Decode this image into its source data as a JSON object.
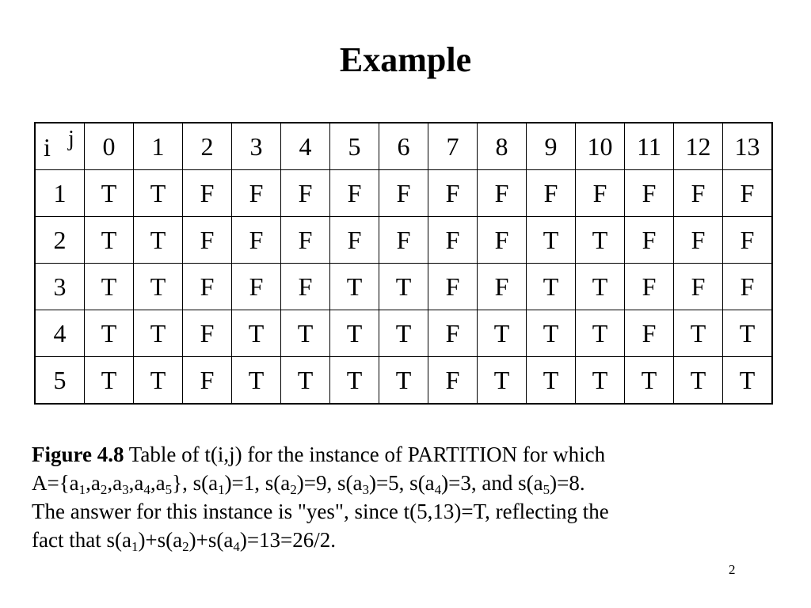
{
  "title": "Example",
  "table": {
    "row_axis_label": "i",
    "col_axis_label": "j",
    "columns": [
      "0",
      "1",
      "2",
      "3",
      "4",
      "5",
      "6",
      "7",
      "8",
      "9",
      "10",
      "11",
      "12",
      "13"
    ],
    "rows": [
      {
        "i": "1",
        "cells": [
          "T",
          "T",
          "F",
          "F",
          "F",
          "F",
          "F",
          "F",
          "F",
          "F",
          "F",
          "F",
          "F",
          "F"
        ]
      },
      {
        "i": "2",
        "cells": [
          "T",
          "T",
          "F",
          "F",
          "F",
          "F",
          "F",
          "F",
          "F",
          "T",
          "T",
          "F",
          "F",
          "F"
        ]
      },
      {
        "i": "3",
        "cells": [
          "T",
          "T",
          "F",
          "F",
          "F",
          "T",
          "T",
          "F",
          "F",
          "T",
          "T",
          "F",
          "F",
          "F"
        ]
      },
      {
        "i": "4",
        "cells": [
          "T",
          "T",
          "F",
          "T",
          "T",
          "T",
          "T",
          "F",
          "T",
          "T",
          "T",
          "F",
          "T",
          "T"
        ]
      },
      {
        "i": "5",
        "cells": [
          "T",
          "T",
          "F",
          "T",
          "T",
          "T",
          "T",
          "F",
          "T",
          "T",
          "T",
          "T",
          "T",
          "T"
        ]
      }
    ]
  },
  "caption": {
    "label": "Figure 4.8",
    "line1_rest": "Table of t(i,j) for the instance of PARTITION for which",
    "set_prefix": "A={a",
    "sub1": "1",
    "comma1": ",a",
    "sub2": "2",
    "comma2": ",a",
    "sub3": "3",
    "comma3": ",a",
    "sub4": "4",
    "comma4": ",a",
    "sub5": "5",
    "set_close": "}, s(a",
    "s1_sub": "1",
    "s1_val": ")=1, s(a",
    "s2_sub": "2",
    "s2_val": ")=9, s(a",
    "s3_sub": "3",
    "s3_val": ")=5, s(a",
    "s4_sub": "4",
    "s4_val": ")=3, and s(a",
    "s5_sub": "5",
    "s5_val": ")=8.",
    "line3": "The answer for this instance is \"yes\", since t(5,13)=T, reflecting the",
    "line4_prefix": "fact that s(a",
    "f1_sub": "1",
    "f1_mid": ")+s(a",
    "f2_sub": "2",
    "f2_mid": ")+s(a",
    "f3_sub": "4",
    "f3_end": ")=13=26/2."
  },
  "page_number": "2"
}
